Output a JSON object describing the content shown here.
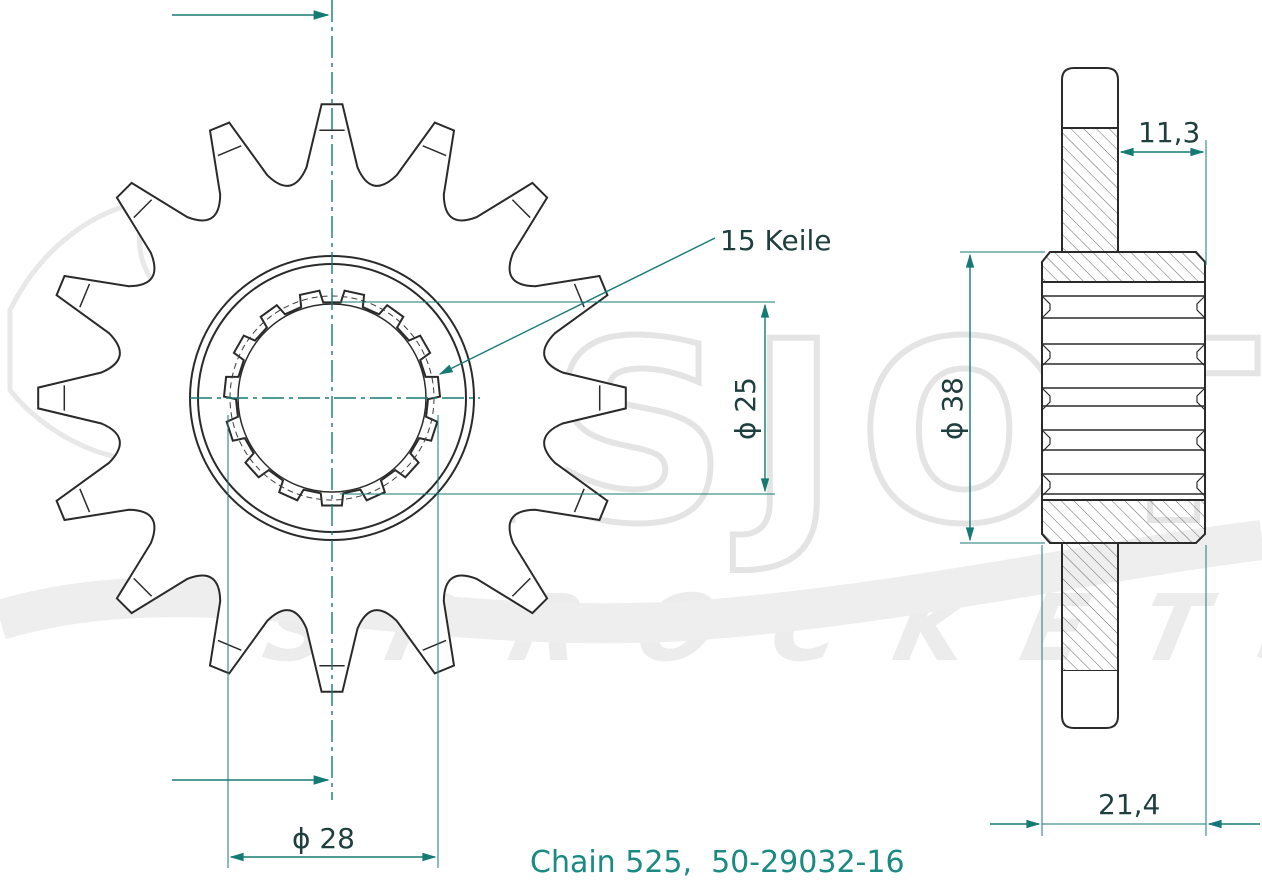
{
  "watermark": {
    "brand": "ESJOT",
    "sub": "SPROCKETS"
  },
  "sprocket": {
    "teeth": 16,
    "outer_radius": 294,
    "root_radius": 232,
    "outer_ring_radius": 142,
    "inner_ring_radius": 134,
    "spline_tip_radius": 96,
    "spline_root_radius": 108,
    "splines": 15
  },
  "labels": {
    "splines_note": "15 Keile",
    "bore_diameter": "ϕ 25",
    "spline_diameter": "ϕ 38",
    "hub_diameter": "ϕ 28",
    "hub_offset": "11,3",
    "total_width": "21,4",
    "caption": "Chain 525,  50-29032-16"
  },
  "colors": {
    "line": "#2a2a2a",
    "dimension": "#167a74",
    "hatch": "#555555",
    "background": "#ffffff"
  }
}
